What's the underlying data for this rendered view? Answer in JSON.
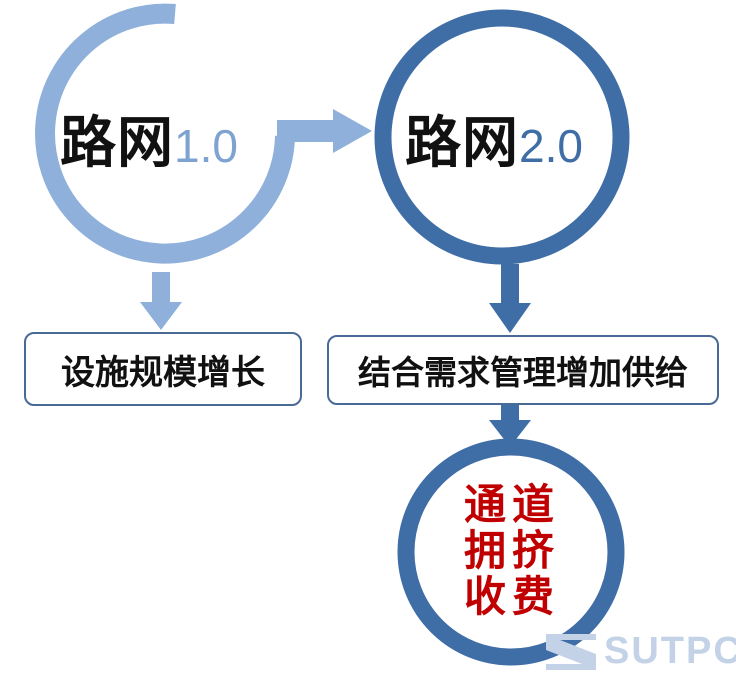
{
  "nodes": {
    "road1": {
      "zh": "路网",
      "version": "1.0"
    },
    "road2": {
      "zh": "路网",
      "version": "2.0"
    }
  },
  "boxes": {
    "left": "设施规模增长",
    "right": "结合需求管理增加供给"
  },
  "result": {
    "lines": [
      "通道",
      "拥挤",
      "收费"
    ]
  },
  "logo": {
    "text": "SUTPC"
  },
  "colors": {
    "light_blue": "#8eb0da",
    "dark_blue": "#3f6ea7",
    "box_border": "#4a6a96",
    "red": "#c00000"
  }
}
